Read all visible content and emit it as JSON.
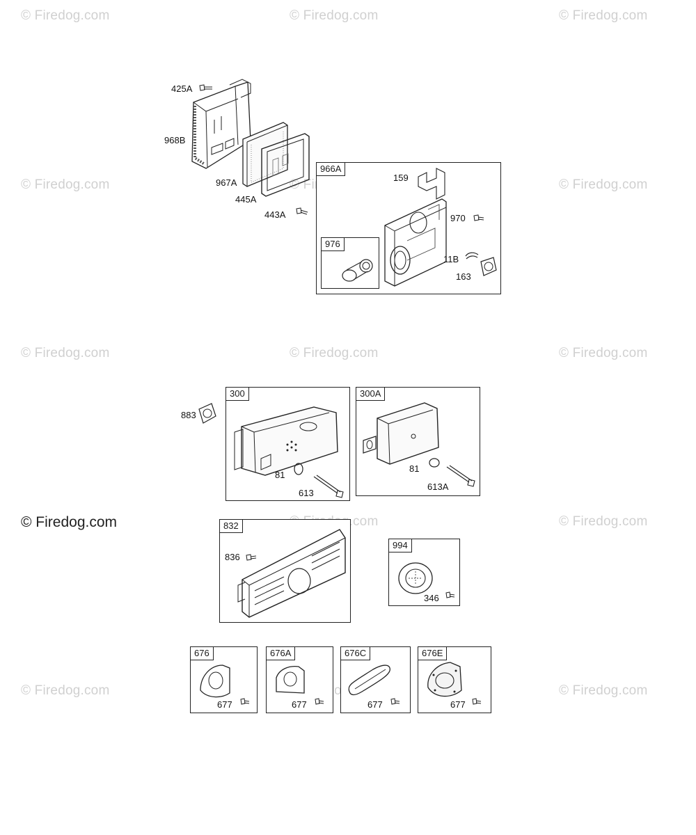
{
  "watermark": {
    "text": "© Firedog.com",
    "prominent_text": "© Firedog.com"
  },
  "labels": {
    "l425A": "425A",
    "l968B": "968B",
    "l967A": "967A",
    "l445A": "445A",
    "l443A": "443A",
    "l159": "159",
    "l970": "970",
    "l11B": "11B",
    "l163": "163",
    "l883": "883",
    "l81a": "81",
    "l613": "613",
    "l81b": "81",
    "l613A": "613A",
    "l836": "836",
    "l346": "346",
    "l677a": "677",
    "l677b": "677",
    "l677c": "677",
    "l677d": "677"
  },
  "boxes": {
    "b966A": "966A",
    "b976": "976",
    "b300": "300",
    "b300A": "300A",
    "b832": "832",
    "b994": "994",
    "b676": "676",
    "b676A": "676A",
    "b676C": "676C",
    "b676E": "676E"
  }
}
